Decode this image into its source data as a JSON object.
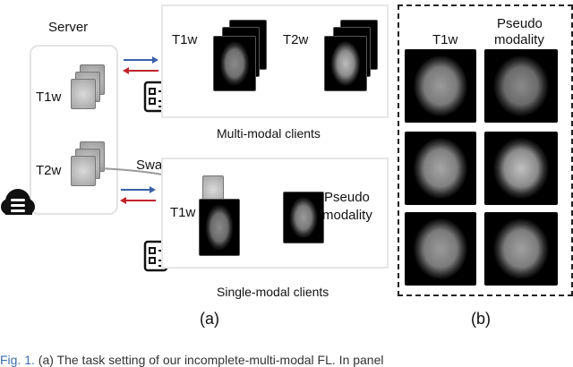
{
  "server": {
    "title": "Server",
    "t1w": "T1w",
    "t2w": "T2w"
  },
  "multi_modal": {
    "t1w": "T1w",
    "t2w": "T2w",
    "caption": "Multi-modal clients"
  },
  "single_modal": {
    "swap": "Swap",
    "t1w": "T1w",
    "pseudo": "Pseudo",
    "modality": "modality",
    "caption": "Single-modal clients"
  },
  "panel_a_label": "(a)",
  "panel_b": {
    "t1w": "T1w",
    "pseudo": "Pseudo",
    "modality": "modality",
    "label": "(b)"
  },
  "figure_caption": {
    "fig": "Fig. 1.",
    "text": "(a) The task setting of our incomplete-multi-modal FL. In panel"
  },
  "colors": {
    "upload_arrow": "#3b5fa8",
    "download_arrow": "#c0232b",
    "swap_arrow": "#9a9a9a",
    "panel_border": "#e3e3e3"
  }
}
